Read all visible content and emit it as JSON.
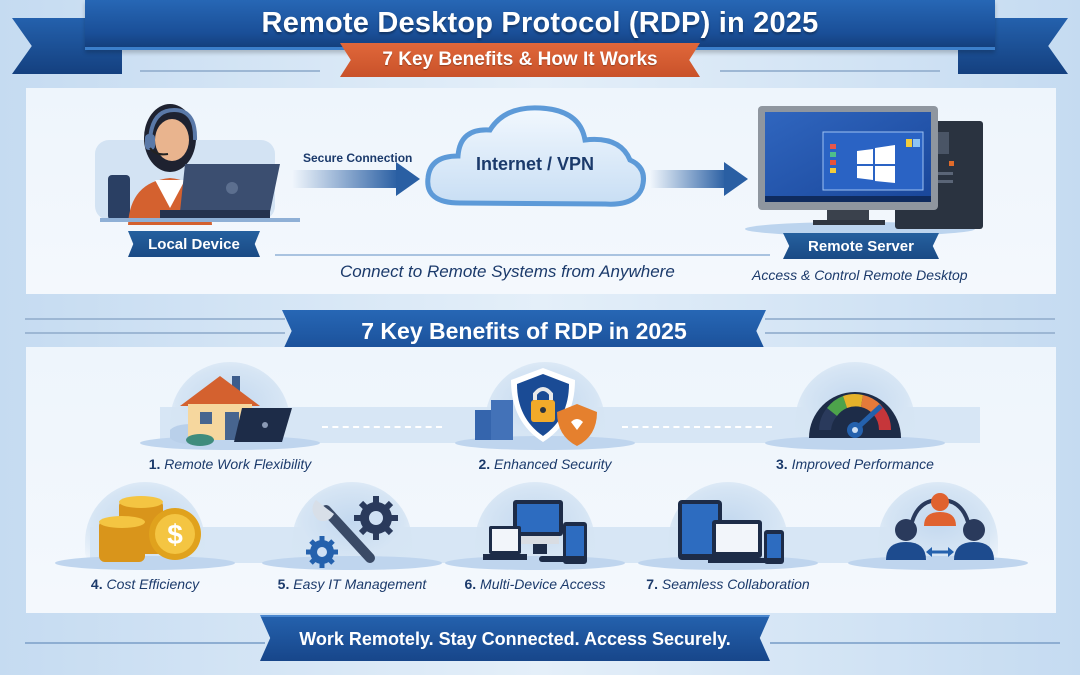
{
  "header": {
    "title": "Remote Desktop Protocol (RDP) in 2025",
    "subtitle": "7 Key Benefits & How It Works",
    "colors": {
      "primary_blue": "#1a4f98",
      "accent_orange": "#d65a2f"
    }
  },
  "diagram": {
    "local_device": {
      "label": "Local Device",
      "icon": "person-with-laptop-icon"
    },
    "secure_connection": {
      "label": "Secure Connection",
      "icon": "arrow-right-icon"
    },
    "cloud": {
      "label": "Internet / VPN",
      "icon": "cloud-icon"
    },
    "remote_server": {
      "label": "Remote Server",
      "caption": "Access & Control Remote Desktop",
      "icon": "desktop-computer-icon"
    },
    "tagline": "Connect to Remote Systems from Anywhere"
  },
  "benefits_section": {
    "title": "7 Key Benefits of RDP in 2025",
    "items": [
      {
        "number": "1.",
        "label": "Remote Work Flexibility",
        "icon": "house-laptop-icon"
      },
      {
        "number": "2.",
        "label": "Enhanced Security",
        "icon": "shield-lock-icon"
      },
      {
        "number": "3.",
        "label": "Improved Performance",
        "icon": "speedometer-icon"
      },
      {
        "number": "4.",
        "label": "Cost Efficiency",
        "icon": "coins-dollar-icon"
      },
      {
        "number": "5.",
        "label": "Easy IT Management",
        "icon": "wrench-gears-icon"
      },
      {
        "number": "6.",
        "label": "Multi-Device Access",
        "icon": "multi-devices-icon"
      },
      {
        "number": "7.",
        "label": "Seamless Collaboration",
        "icon": "tablet-laptop-phone-icon"
      }
    ],
    "extra_icon": "team-collaboration-icon"
  },
  "footer": {
    "tagline": "Work Remotely. Stay Connected. Access Securely."
  }
}
